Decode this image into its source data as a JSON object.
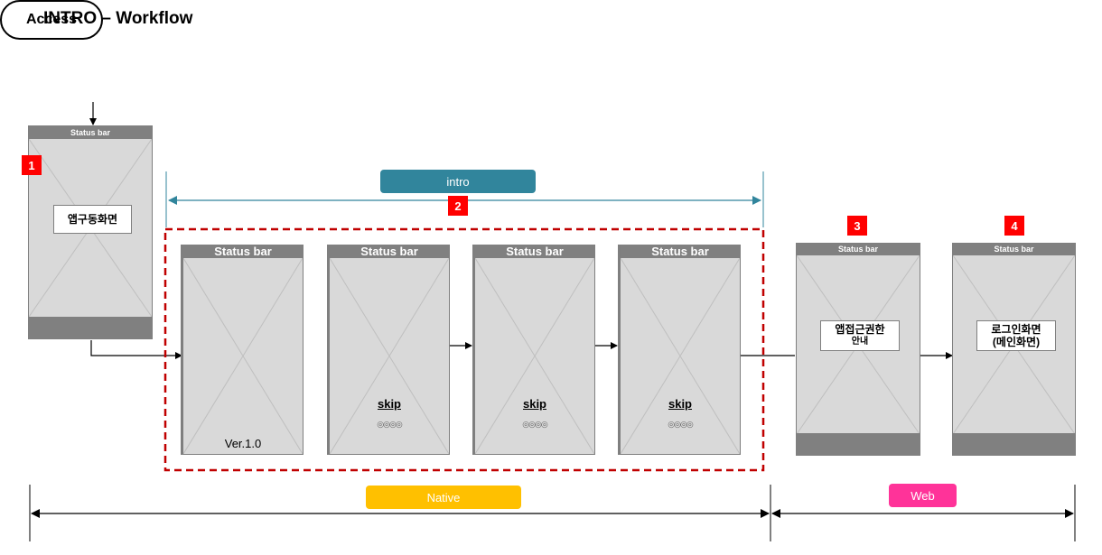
{
  "title": "INTRO – Workflow",
  "access_label": "Access",
  "status_bar_label": "Status bar",
  "badges": [
    "1",
    "2",
    "3",
    "4"
  ],
  "intro_label": "intro",
  "screen1_label": "앱구동화면",
  "intro_screens": [
    {
      "version": "Ver.1.0"
    },
    {
      "skip": "skip",
      "dots": "◎◎◎◎"
    },
    {
      "skip": "skip",
      "dots": "◎◎◎◎"
    },
    {
      "skip": "skip",
      "dots": "◎◎◎◎"
    }
  ],
  "screen3": {
    "line1": "앱접근권한",
    "line2": "안내"
  },
  "screen4": {
    "line1": "로그인화면",
    "line2": "(메인화면)"
  },
  "native_label": "Native",
  "web_label": "Web",
  "colors": {
    "intro_pill": "#31859c",
    "native_pill": "#ffc000",
    "web_pill": "#ff3399",
    "badge": "#ff0000",
    "dashed_border": "#c00000",
    "status_bar": "#808080",
    "screen_body": "#d9d9d9"
  }
}
